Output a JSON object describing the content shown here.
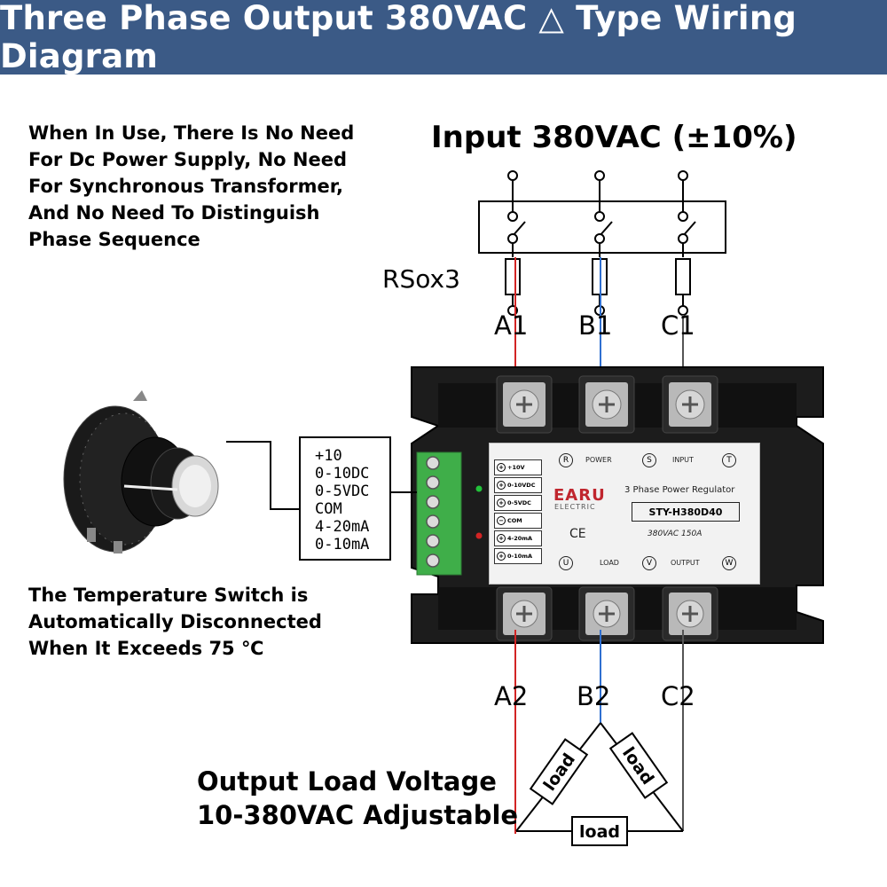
{
  "header": {
    "title": "Three Phase Output 380VAC △ Type Wiring Diagram"
  },
  "notes": {
    "top": [
      "When In Use, There Is No Need",
      "For Dc Power Supply, No Need",
      "For Synchronous Transformer,",
      "And No Need To Distinguish",
      "Phase Sequence"
    ],
    "temperature": [
      "The Temperature Switch is",
      "Automatically Disconnected",
      "When It Exceeds 75 ℃"
    ]
  },
  "input_label": "Input 380VAC (±10%)",
  "fuse_label": "RSox3",
  "phases_in": [
    "A1",
    "B1",
    "C1"
  ],
  "phases_out": [
    "A2",
    "B2",
    "C2"
  ],
  "control_signals": [
    "+10",
    "0-10DC",
    "0-5VDC",
    "COM",
    "4-20mA",
    "0-10mA"
  ],
  "device": {
    "brand": "EARU",
    "brand_sub": "ELECTRIC",
    "product": "3 Phase Power Regulator",
    "model": "STY-H380D40",
    "spec": "380VAC  150A",
    "ce": "CE",
    "terminals": [
      {
        "symbol": "+",
        "label": "+10V"
      },
      {
        "symbol": "+",
        "label": "0-10VDC"
      },
      {
        "symbol": "+",
        "label": "0-5VDC"
      },
      {
        "symbol": "−",
        "label": "COM"
      },
      {
        "symbol": "+",
        "label": "4-20mA"
      },
      {
        "symbol": "+",
        "label": "0-10mA"
      }
    ],
    "top_row": {
      "r": "R",
      "power": "POWER",
      "s": "S",
      "input": "INPUT",
      "t": "T"
    },
    "bottom_row": {
      "u": "U",
      "load": "LOAD",
      "v": "V",
      "output": "OUTPUT",
      "w": "W"
    }
  },
  "loads": [
    "load",
    "load",
    "load"
  ],
  "output_label": [
    "Output Load Voltage",
    "10-380VAC Adjustable"
  ],
  "colors": {
    "header_bg": "#3b5a86",
    "wire_red": "#d22424",
    "wire_blue": "#2f6fd0",
    "wire_dark": "#555555",
    "module_body": "#1a1a1a",
    "terminal_green": "#3fae49"
  }
}
